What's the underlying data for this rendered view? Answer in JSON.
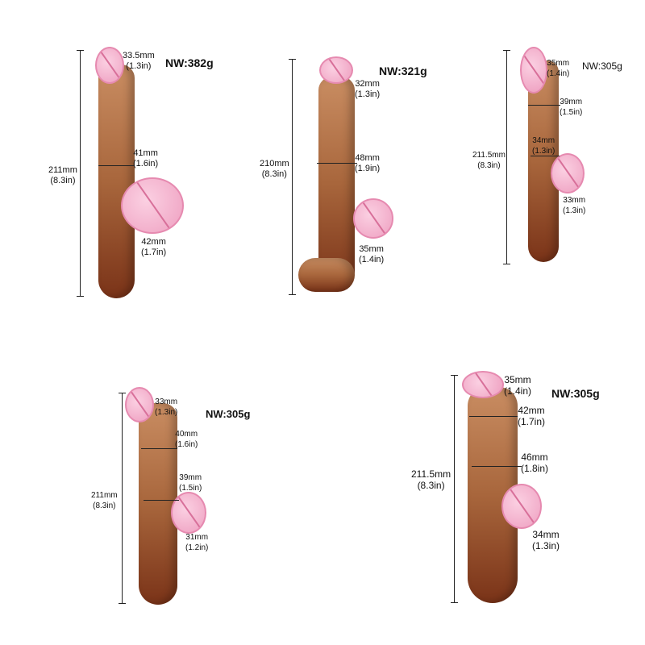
{
  "products": [
    {
      "length": "211mm",
      "length_in": "(8.3in)",
      "weight": "NW:382g",
      "d1": "33.5mm",
      "d1_in": "(1.3in)",
      "d2": "41mm",
      "d2_in": "(1.6in)",
      "d3": "42mm",
      "d3_in": "(1.7in)"
    },
    {
      "length": "210mm",
      "length_in": "(8.3in)",
      "weight": "NW:321g",
      "d1": "32mm",
      "d1_in": "(1.3in)",
      "d2": "48mm",
      "d2_in": "(1.9in)",
      "d3": "35mm",
      "d3_in": "(1.4in)"
    },
    {
      "length": "211.5mm",
      "length_in": "(8.3in)",
      "weight": "NW:305g",
      "d1": "35mm",
      "d1_in": "(1.4in)",
      "d2": "39mm",
      "d2_in": "(1.5in)",
      "d3": "34mm",
      "d3_in": "(1.3in)",
      "d4": "33mm",
      "d4_in": "(1.3in)"
    },
    {
      "length": "211mm",
      "length_in": "(8.3in)",
      "weight": "NW:305g",
      "d1": "33mm",
      "d1_in": "(1.3in)",
      "d2": "40mm",
      "d2_in": "(1.6in)",
      "d3": "39mm",
      "d3_in": "(1.5in)",
      "d4": "31mm",
      "d4_in": "(1.2in)"
    },
    {
      "length": "211.5mm",
      "length_in": "(8.3in)",
      "weight": "NW:305g",
      "d1": "35mm",
      "d1_in": "(1.4in)",
      "d2": "42mm",
      "d2_in": "(1.7in)",
      "d3": "46mm",
      "d3_in": "(1.8in)",
      "d4": "34mm",
      "d4_in": "(1.3in)"
    }
  ]
}
